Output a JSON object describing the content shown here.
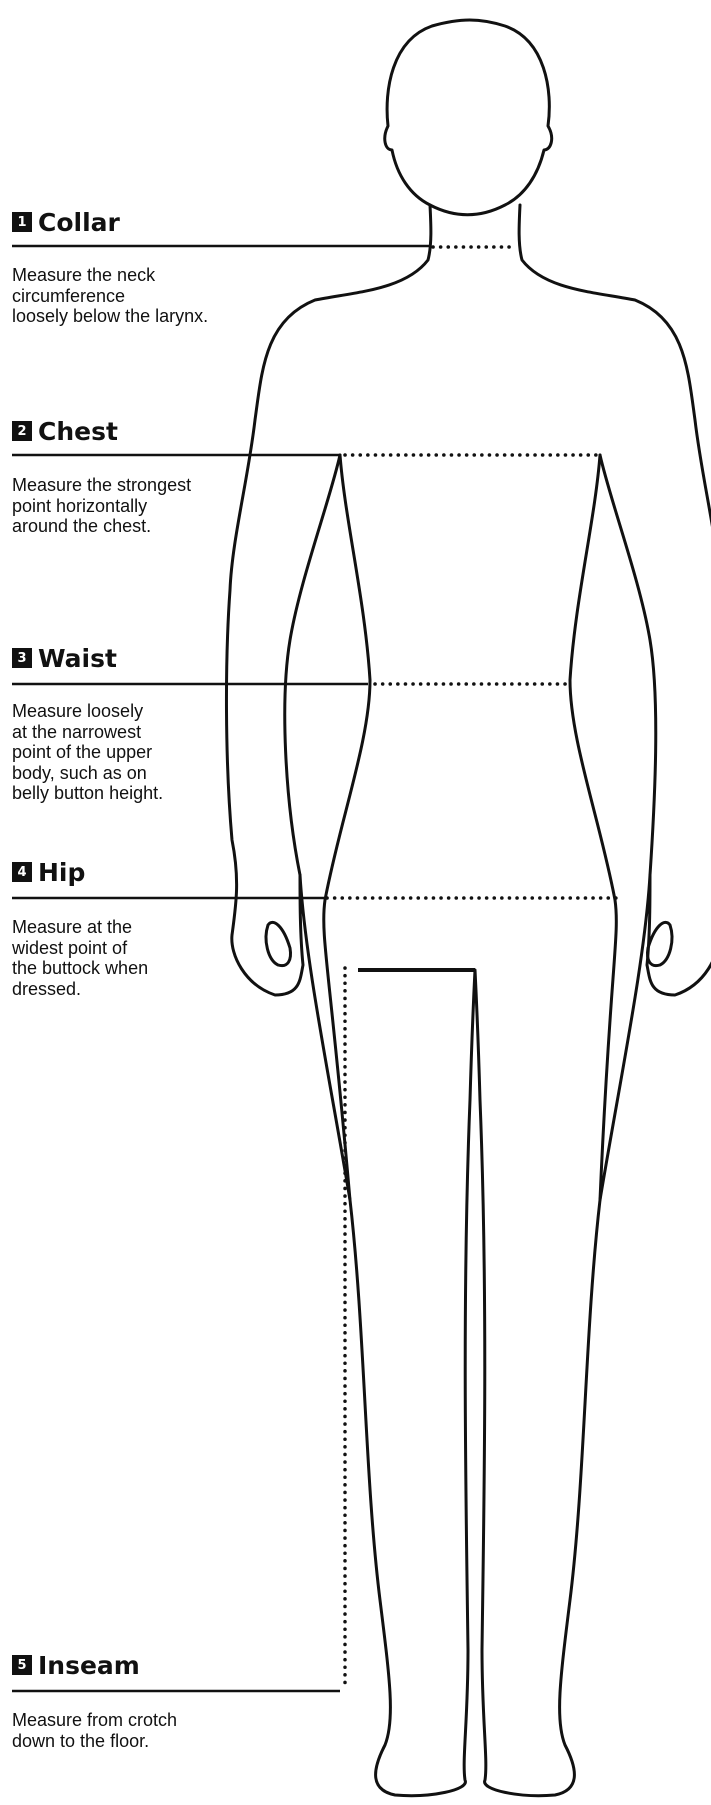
{
  "measurements": [
    {
      "number": "1",
      "title": "Collar",
      "description": "Measure the neck\ncircumference\nloosely below the larynx."
    },
    {
      "number": "2",
      "title": "Chest",
      "description": "Measure the strongest\npoint horizontally\naround the chest."
    },
    {
      "number": "3",
      "title": "Waist",
      "description": "Measure loosely\nat the narrowest\npoint of the upper\nbody, such as on\nbelly button height."
    },
    {
      "number": "4",
      "title": "Hip",
      "description": "Measure at the\nwidest point of\nthe buttock when\ndressed."
    },
    {
      "number": "5",
      "title": "Inseam",
      "description": "Measure from crotch\ndown to the floor."
    }
  ],
  "colors": {
    "ink": "#111111",
    "background": "#ffffff"
  }
}
